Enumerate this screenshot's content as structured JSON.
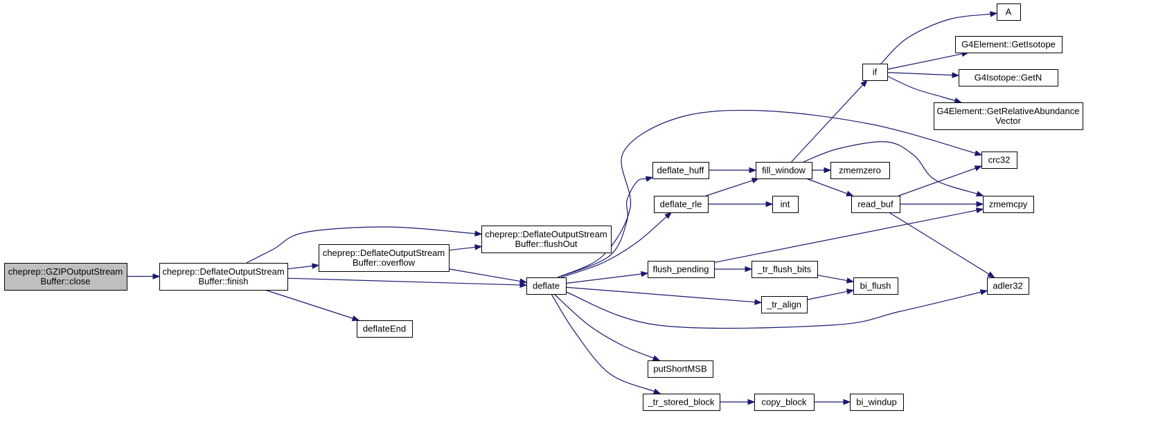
{
  "colors": {
    "edge": "#191970",
    "node_border": "#000000",
    "root_fill": "#bfbfbf",
    "node_fill": "#ffffff"
  },
  "nodes": {
    "root": {
      "lines": [
        "cheprep::GZIPOutputStream",
        "Buffer::close"
      ]
    },
    "finish": {
      "lines": [
        "cheprep::DeflateOutputStream",
        "Buffer::finish"
      ]
    },
    "overflow": {
      "lines": [
        "cheprep::DeflateOutputStream",
        "Buffer::overflow"
      ]
    },
    "flushOut": {
      "lines": [
        "cheprep::DeflateOutputStream",
        "Buffer::flushOut"
      ]
    },
    "deflateEnd": {
      "lines": [
        "deflateEnd"
      ]
    },
    "deflate": {
      "lines": [
        "deflate"
      ]
    },
    "deflate_huff": {
      "lines": [
        "deflate_huff"
      ]
    },
    "deflate_rle": {
      "lines": [
        "deflate_rle"
      ]
    },
    "flush_pending": {
      "lines": [
        "flush_pending"
      ]
    },
    "tr_align": {
      "lines": [
        "_tr_align"
      ]
    },
    "putShortMSB": {
      "lines": [
        "putShortMSB"
      ]
    },
    "tr_stored_block": {
      "lines": [
        "_tr_stored_block"
      ]
    },
    "fill_window": {
      "lines": [
        "fill_window"
      ]
    },
    "int": {
      "lines": [
        "int"
      ]
    },
    "tr_flush_bits": {
      "lines": [
        "_tr_flush_bits"
      ]
    },
    "copy_block": {
      "lines": [
        "copy_block"
      ]
    },
    "if": {
      "lines": [
        "if"
      ]
    },
    "zmemzero": {
      "lines": [
        "zmemzero"
      ]
    },
    "read_buf": {
      "lines": [
        "read_buf"
      ]
    },
    "bi_flush": {
      "lines": [
        "bi_flush"
      ]
    },
    "bi_windup": {
      "lines": [
        "bi_windup"
      ]
    },
    "A": {
      "lines": [
        "A"
      ]
    },
    "GetIsotope": {
      "lines": [
        "G4Element::GetIsotope"
      ]
    },
    "GetN": {
      "lines": [
        "G4Isotope::GetN"
      ]
    },
    "GetRelAbund": {
      "lines": [
        "G4Element::GetRelativeAbundance",
        "Vector"
      ]
    },
    "crc32": {
      "lines": [
        "crc32"
      ]
    },
    "zmemcpy": {
      "lines": [
        "zmemcpy"
      ]
    },
    "adler32": {
      "lines": [
        "adler32"
      ]
    }
  },
  "edges": [
    [
      "root",
      "finish"
    ],
    [
      "finish",
      "flushOut"
    ],
    [
      "finish",
      "overflow"
    ],
    [
      "finish",
      "deflate"
    ],
    [
      "finish",
      "deflateEnd"
    ],
    [
      "overflow",
      "flushOut"
    ],
    [
      "overflow",
      "deflate"
    ],
    [
      "deflate",
      "crc32"
    ],
    [
      "deflate",
      "deflate_huff"
    ],
    [
      "deflate",
      "deflate_rle"
    ],
    [
      "deflate",
      "flush_pending"
    ],
    [
      "deflate",
      "tr_align"
    ],
    [
      "deflate",
      "adler32"
    ],
    [
      "deflate",
      "putShortMSB"
    ],
    [
      "deflate",
      "tr_stored_block"
    ],
    [
      "deflate_huff",
      "fill_window"
    ],
    [
      "deflate_rle",
      "fill_window"
    ],
    [
      "deflate_rle",
      "int"
    ],
    [
      "flush_pending",
      "zmemcpy"
    ],
    [
      "flush_pending",
      "tr_flush_bits"
    ],
    [
      "tr_flush_bits",
      "bi_flush"
    ],
    [
      "tr_align",
      "bi_flush"
    ],
    [
      "tr_stored_block",
      "copy_block"
    ],
    [
      "copy_block",
      "bi_windup"
    ],
    [
      "fill_window",
      "if"
    ],
    [
      "fill_window",
      "zmemcpy"
    ],
    [
      "fill_window",
      "zmemzero"
    ],
    [
      "fill_window",
      "read_buf"
    ],
    [
      "read_buf",
      "crc32"
    ],
    [
      "read_buf",
      "zmemcpy"
    ],
    [
      "read_buf",
      "adler32"
    ],
    [
      "if",
      "A"
    ],
    [
      "if",
      "GetIsotope"
    ],
    [
      "if",
      "GetN"
    ],
    [
      "if",
      "GetRelAbund"
    ]
  ]
}
